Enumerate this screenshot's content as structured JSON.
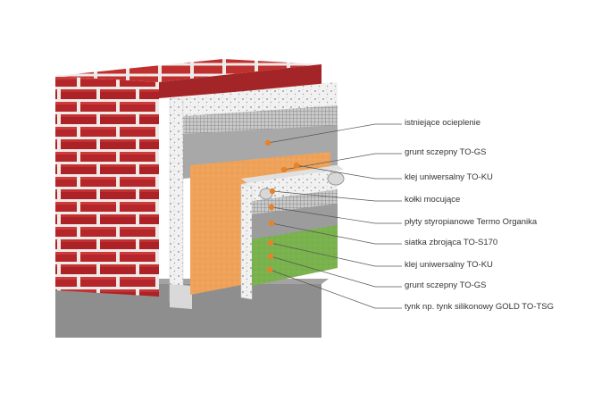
{
  "diagram": {
    "labels": [
      "istniejące ocieplenie",
      "grunt sczepny TO-GS",
      "klej uniwersalny TO-KU",
      "kołki mocujące",
      "płyty styropianowe Termo Organika",
      "siatka zbrojąca TO-S170",
      "klej uniwersalny TO-KU",
      "grunt sczepny TO-GS",
      "tynk np. tynk silikonowy GOLD TO-TSG"
    ],
    "colors": {
      "brick": "#b5262a",
      "mortar": "#f1ecea",
      "orange_plaster": "#eea25a",
      "green_plaster": "#7ab24e",
      "styrofoam": "#eeeeee",
      "mesh": "#9a9a9a",
      "base": "#8a8a8a",
      "marker": "#e8822a"
    }
  }
}
